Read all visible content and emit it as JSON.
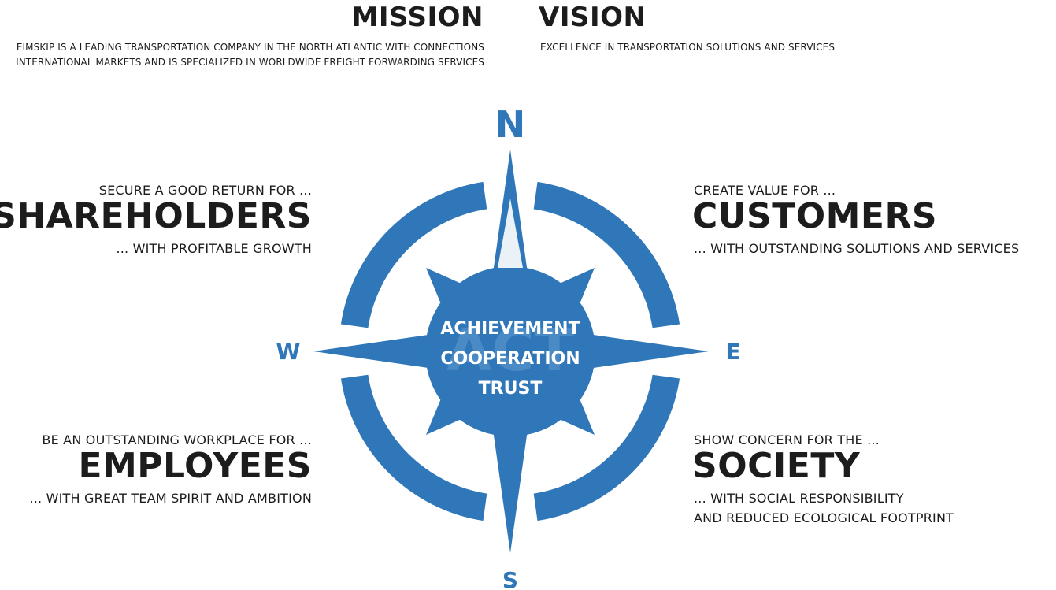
{
  "mission": {
    "title": "MISSION",
    "line1": "EIMSKIP IS A LEADING TRANSPORTATION COMPANY IN THE NORTH ATLANTIC WITH CONNECTIONS",
    "line2": "INTERNATIONAL MARKETS AND IS SPECIALIZED IN WORLDWIDE FREIGHT FORWARDING SERVICES"
  },
  "vision": {
    "title": "VISION",
    "text": "EXCELLENCE IN TRANSPORTATION SOLUTIONS AND SERVICES"
  },
  "compass": {
    "north": "N",
    "south": "S",
    "east": "E",
    "west": "W",
    "watermark": "ACT",
    "values": [
      "ACHIEVEMENT",
      "COOPERATION",
      "TRUST"
    ],
    "color": "#2f77b8"
  },
  "quadrants": {
    "shareholders": {
      "pre": "SECURE A GOOD RETURN FOR ...",
      "title": "SHAREHOLDERS",
      "post": "... WITH PROFITABLE GROWTH"
    },
    "customers": {
      "pre": "CREATE VALUE FOR ...",
      "title": "CUSTOMERS",
      "post": "... WITH OUTSTANDING SOLUTIONS AND SERVICES"
    },
    "employees": {
      "pre": "BE AN OUTSTANDING WORKPLACE FOR ...",
      "title": "EMPLOYEES",
      "post": "... WITH GREAT TEAM SPIRIT AND AMBITION"
    },
    "society": {
      "pre": "SHOW CONCERN FOR THE ...",
      "title": "SOCIETY",
      "post1": "... WITH SOCIAL RESPONSIBILITY",
      "post2": "AND REDUCED ECOLOGICAL FOOTPRINT"
    }
  }
}
